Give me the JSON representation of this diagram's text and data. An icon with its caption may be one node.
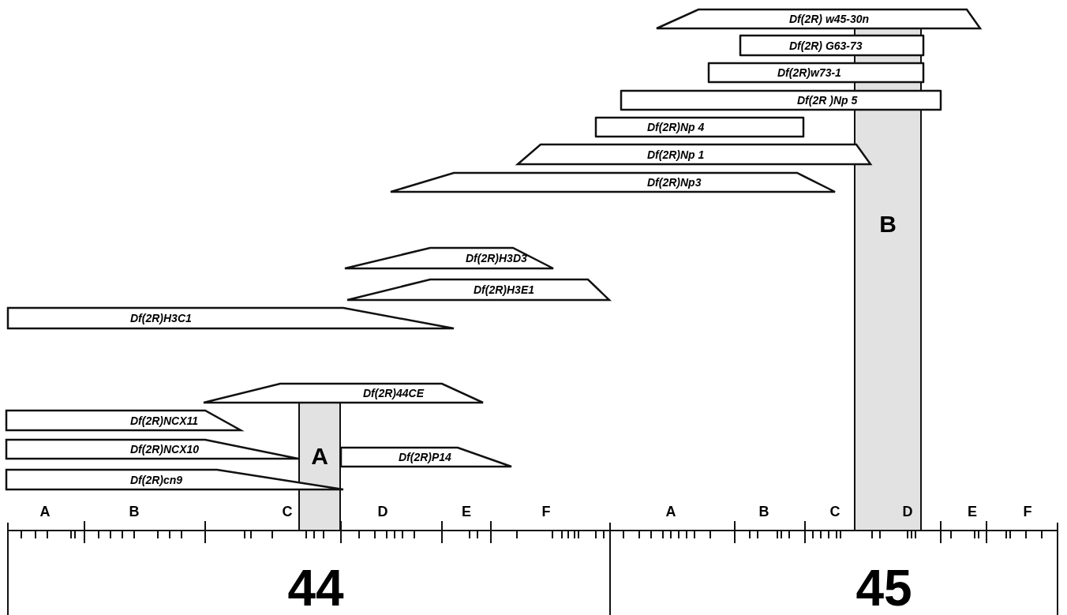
{
  "diagram": {
    "nodes": [
      {
        "text": [
          "Df(2R) w45-30n"
        ]
      },
      {
        "text": [
          "Df(2R) G63-73"
        ]
      },
      {
        "text": [
          "Df(2R)w73-1"
        ]
      },
      {
        "text": [
          "Df(2R )Np 5"
        ]
      },
      {
        "text": [
          "Df(2R)Np 4"
        ]
      },
      {
        "text": [
          "Df(2R)Np 1"
        ]
      },
      {
        "text": [
          "Df(2R)Np3"
        ]
      },
      {
        "text": [
          "B"
        ]
      },
      {
        "text": [
          "Df(2R)H3D3"
        ]
      },
      {
        "text": [
          "Df(2R)H3E1"
        ]
      },
      {
        "text": [
          "Df(2R)H3C1"
        ]
      },
      {
        "text": [
          "Df(2R)44CE"
        ]
      },
      {
        "text": [
          "Df(2R)NCX11"
        ]
      },
      {
        "text": [
          "Df(2R)NCX10"
        ]
      },
      {
        "text": [
          "A"
        ]
      },
      {
        "text": [
          "Df(2R)P14"
        ]
      },
      {
        "text": [
          "Df(2R)cn9"
        ]
      }
    ],
    "labels": [
      "A",
      "B",
      "C",
      "D",
      "E",
      "F",
      "A",
      "B",
      "C",
      "D",
      "E",
      "F",
      "44",
      "45"
    ]
  }
}
